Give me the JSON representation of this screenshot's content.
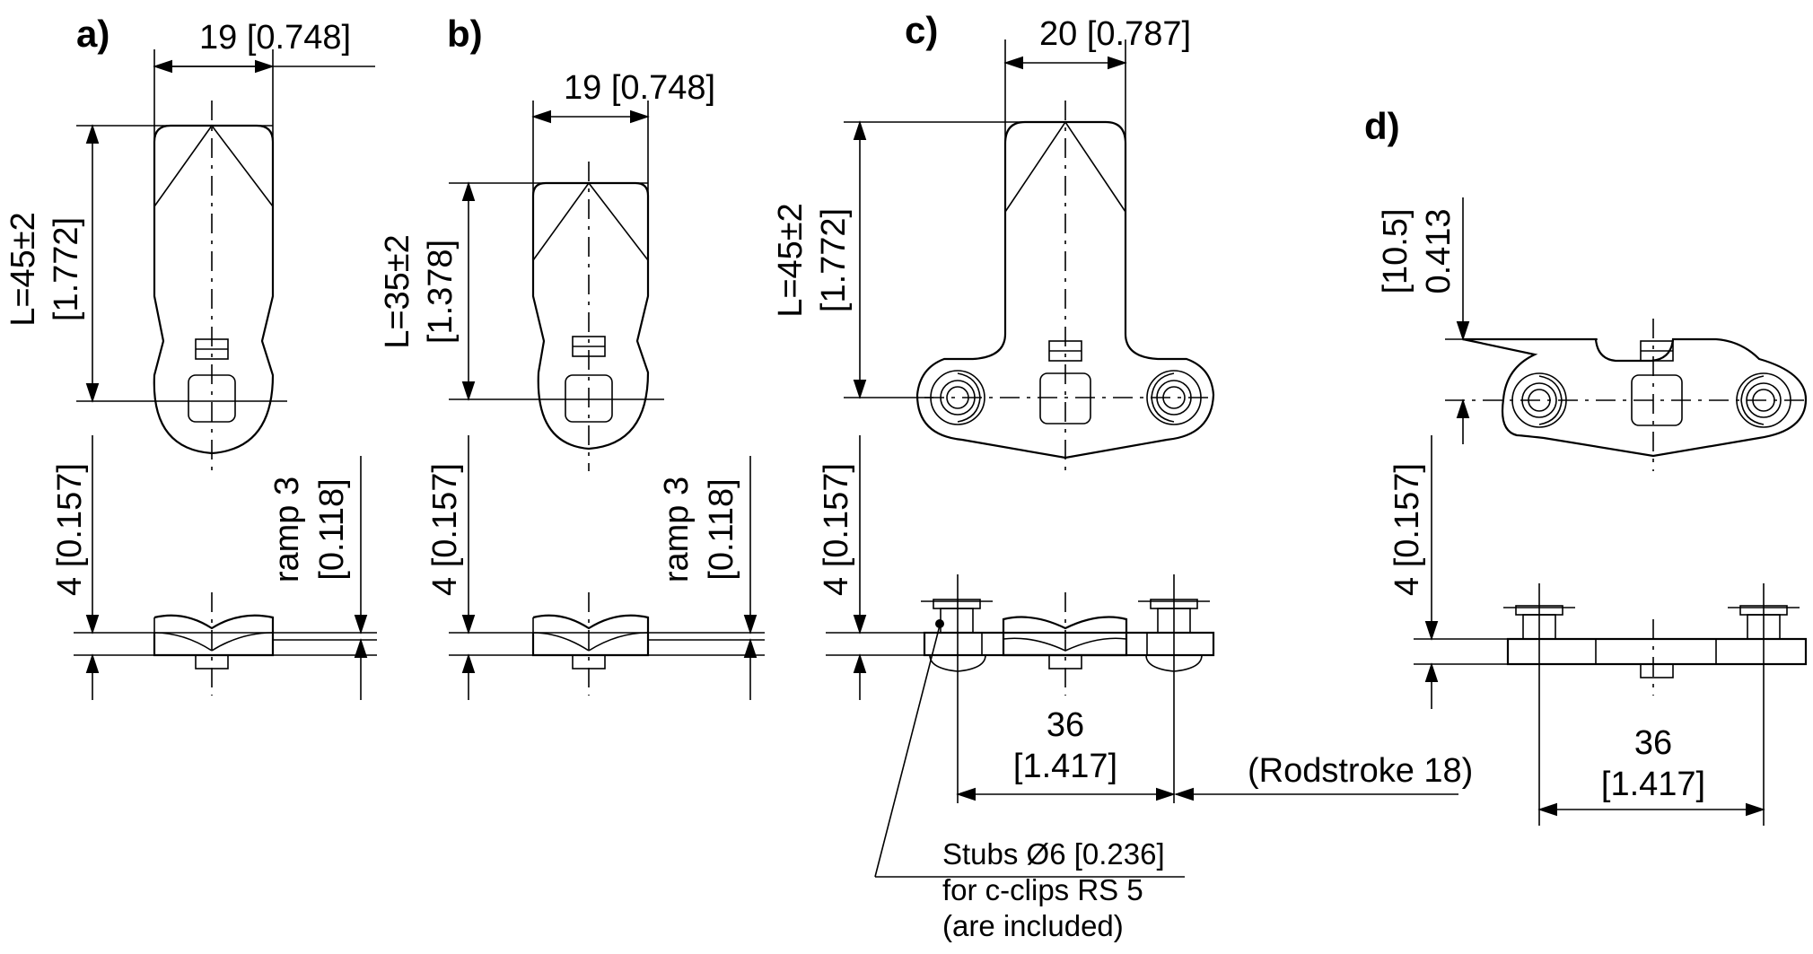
{
  "views": {
    "a": {
      "label": "a)",
      "width_dim": "19 [0.748]",
      "length_dim": "L=45±2",
      "length_dim_in": "[1.772]",
      "height_dim": "4 [0.157]",
      "ramp_dim": "ramp 3",
      "ramp_dim_in": "[0.118]"
    },
    "b": {
      "label": "b)",
      "width_dim": "19 [0.748]",
      "length_dim": "L=35±2",
      "length_dim_in": "[1.378]",
      "height_dim": "4 [0.157]",
      "ramp_dim": "ramp 3",
      "ramp_dim_in": "[0.118]"
    },
    "c": {
      "label": "c)",
      "width_dim": "20 [0.787]",
      "length_dim": "L=45±2",
      "length_dim_in": "[1.772]",
      "height_dim": "4 [0.157]",
      "pitch_dim": "36",
      "pitch_dim_in": "[1.417]",
      "rodstroke": "(Rodstroke 18)",
      "stubs_note": [
        "Stubs Ø6 [0.236]",
        "for c-clips RS 5",
        "(are included)"
      ]
    },
    "d": {
      "label": "d)",
      "offset_dim_in": "[10.5]",
      "offset_dim": "0.413",
      "height_dim": "4 [0.157]",
      "pitch_dim": "36",
      "pitch_dim_in": "[1.417]"
    }
  }
}
